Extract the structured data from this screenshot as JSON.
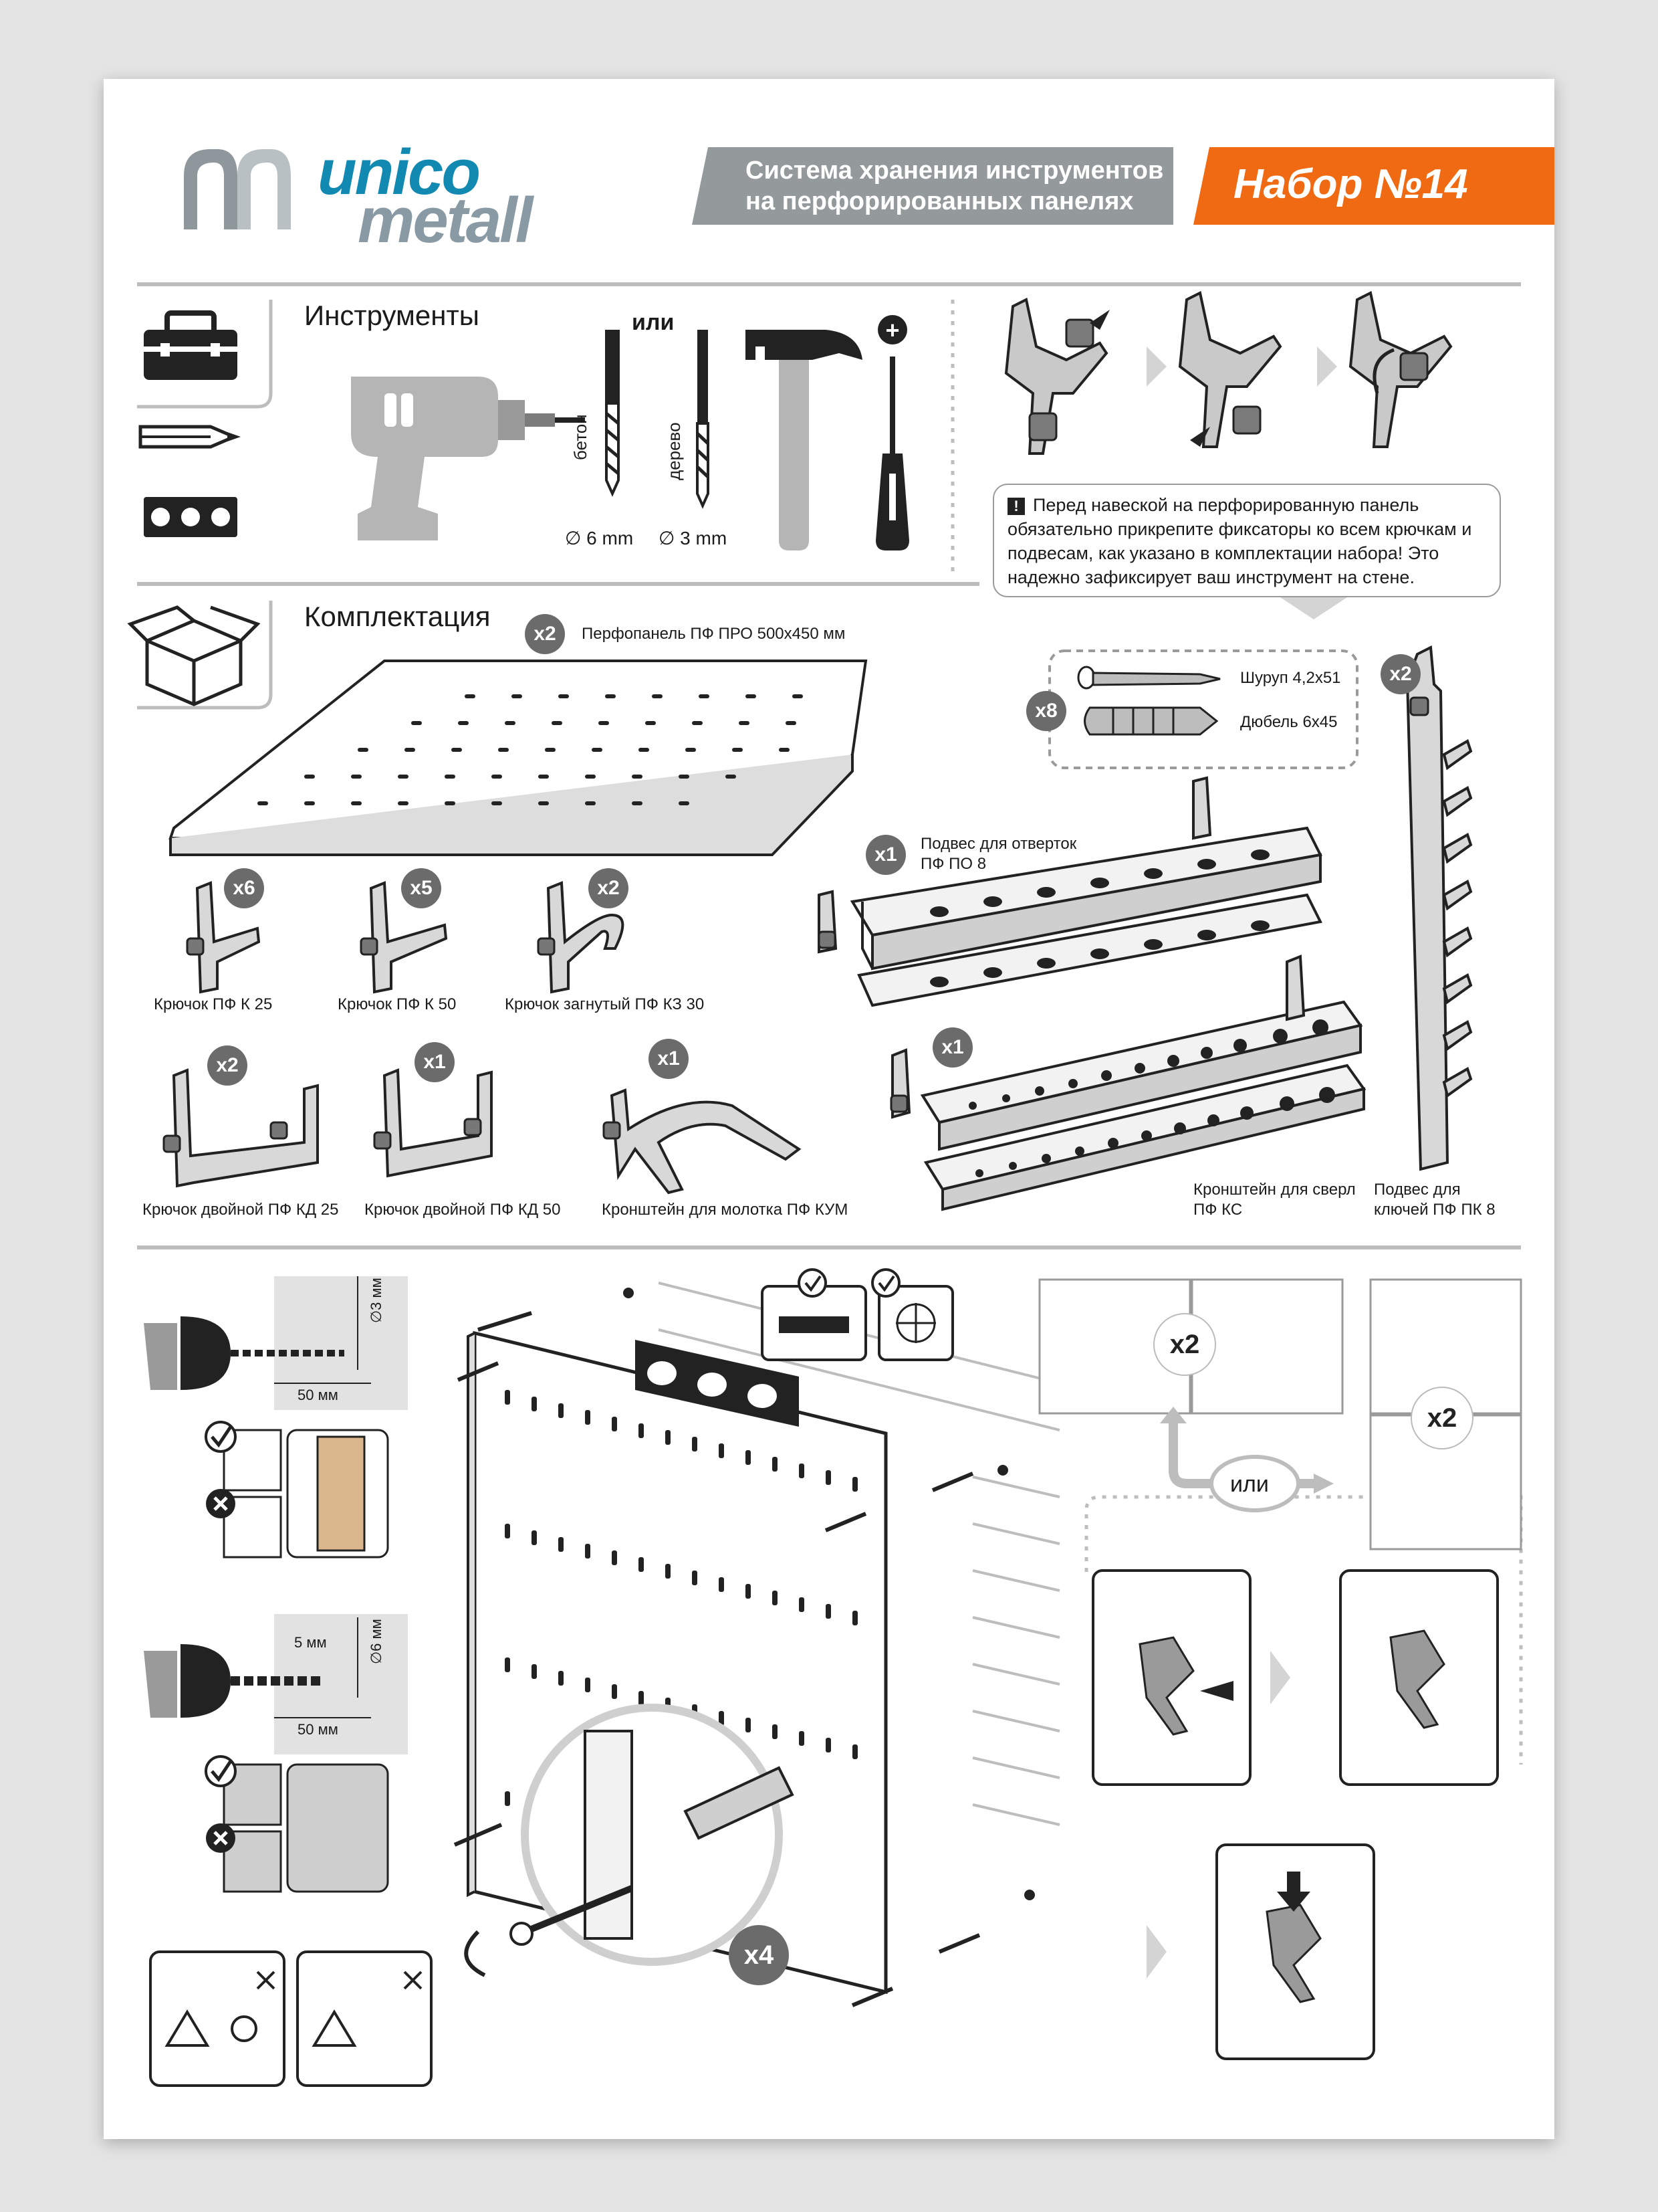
{
  "brand": {
    "line1": "unico",
    "line2": "metall"
  },
  "header": {
    "title_line1": "Система хранения инструментов",
    "title_line2": "на перфорированных панелях",
    "set_label": "Набор №14"
  },
  "tools": {
    "heading": "Инструменты",
    "or": "или",
    "bit1_material": "бетон",
    "bit1_size": "∅ 6 mm",
    "bit2_material": "дерево",
    "bit2_size": "∅ 3 mm",
    "plus": "+"
  },
  "note": {
    "mark": "!",
    "text": "Перед навеской на перфорированную панель обязательно прикрепите фиксаторы ко всем крючкам и подвесам, как указано в комплектации набора! Это надежно зафиксирует ваш инструмент на стене."
  },
  "kit": {
    "heading": "Комплектация",
    "panel": {
      "qty": "x2",
      "label": "Перфопанель ПФ ПРО 500x450 мм"
    },
    "hardware": {
      "qty": "x8",
      "screw": "Шуруп 4,2x51",
      "dowel": "Дюбель 6x45"
    },
    "keys_holder": {
      "qty": "x2",
      "label_line1": "Подвес для",
      "label_line2": "ключей ПФ ПК 8"
    },
    "screwdriver_holder": {
      "qty": "x1",
      "label_line1": "Подвес для отверток",
      "label_line2": "ПФ ПО 8"
    },
    "drill_bracket": {
      "qty": "x1",
      "label_line1": "Кронштейн для сверл",
      "label_line2": "ПФ КС"
    },
    "items": [
      {
        "qty": "x6",
        "label": "Крючок ПФ К 25"
      },
      {
        "qty": "x5",
        "label": "Крючок ПФ К 50"
      },
      {
        "qty": "x2",
        "label": "Крючок загнутый ПФ КЗ 30"
      },
      {
        "qty": "x2",
        "label": "Крючок двойной ПФ КД 25"
      },
      {
        "qty": "x1",
        "label": "Крючок двойной ПФ КД 50"
      },
      {
        "qty": "x1",
        "label": "Кронштейн для молотка ПФ КУМ"
      }
    ]
  },
  "install": {
    "wood": {
      "dia": "∅3 мм",
      "depth": "50 мм"
    },
    "concrete": {
      "offset": "5 мм",
      "dia": "∅6 мм",
      "depth": "50 мм"
    },
    "screws_qty": "x4",
    "layout_a": "x2",
    "layout_b": "x2",
    "or": "или"
  },
  "colors": {
    "accent_orange": "#ef6a12",
    "header_gray": "#949a9c",
    "brand_blue": "#1289b1"
  }
}
